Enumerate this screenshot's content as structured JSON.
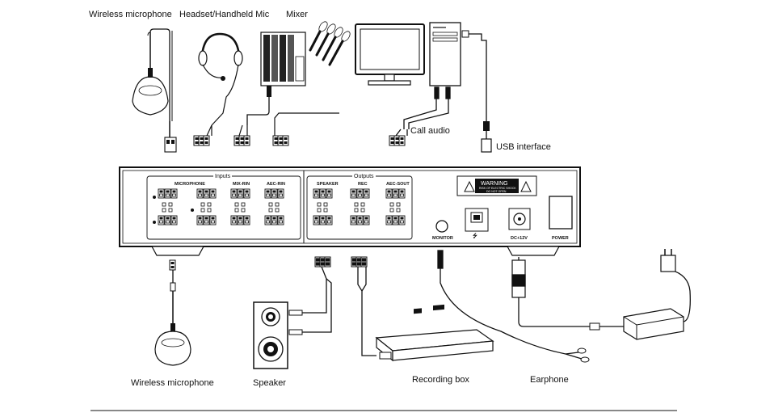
{
  "labels": {
    "wireless_mic_top": "Wireless microphone",
    "headset_mic": "Headset/Handheld Mic",
    "mixer": "Mixer",
    "call_audio": "Call audio",
    "usb_interface": "USB interface",
    "wireless_mic_bottom": "Wireless microphone",
    "speaker": "Speaker",
    "recording_box": "Recording box",
    "earphone": "Earphone"
  },
  "panel": {
    "inputs_title": "Inputs",
    "outputs_title": "Outputs",
    "microphone": "MICROPHONE",
    "mix_rin": "MIX-RIN",
    "aec_rin": "AEC-RIN",
    "speaker": "SPEAKER",
    "rec": "REC",
    "aec_sout": "AEC-SOUT",
    "warning": "WARNING",
    "warning_line1": "RISK OF ELECTRIC SHOCK",
    "warning_line2": "DO NOT OPEN",
    "monitor": "MONITOR",
    "usb_symbol": "⭍",
    "dc": "DC+12V",
    "power": "POWER"
  },
  "icons": [
    "microphone-icon",
    "headset-icon",
    "mixer-icon",
    "monitor-icon",
    "computer-tower-icon",
    "speaker-icon",
    "recording-box-icon",
    "earphone-icon",
    "power-adapter-icon",
    "warning-icon",
    "usb-icon"
  ]
}
